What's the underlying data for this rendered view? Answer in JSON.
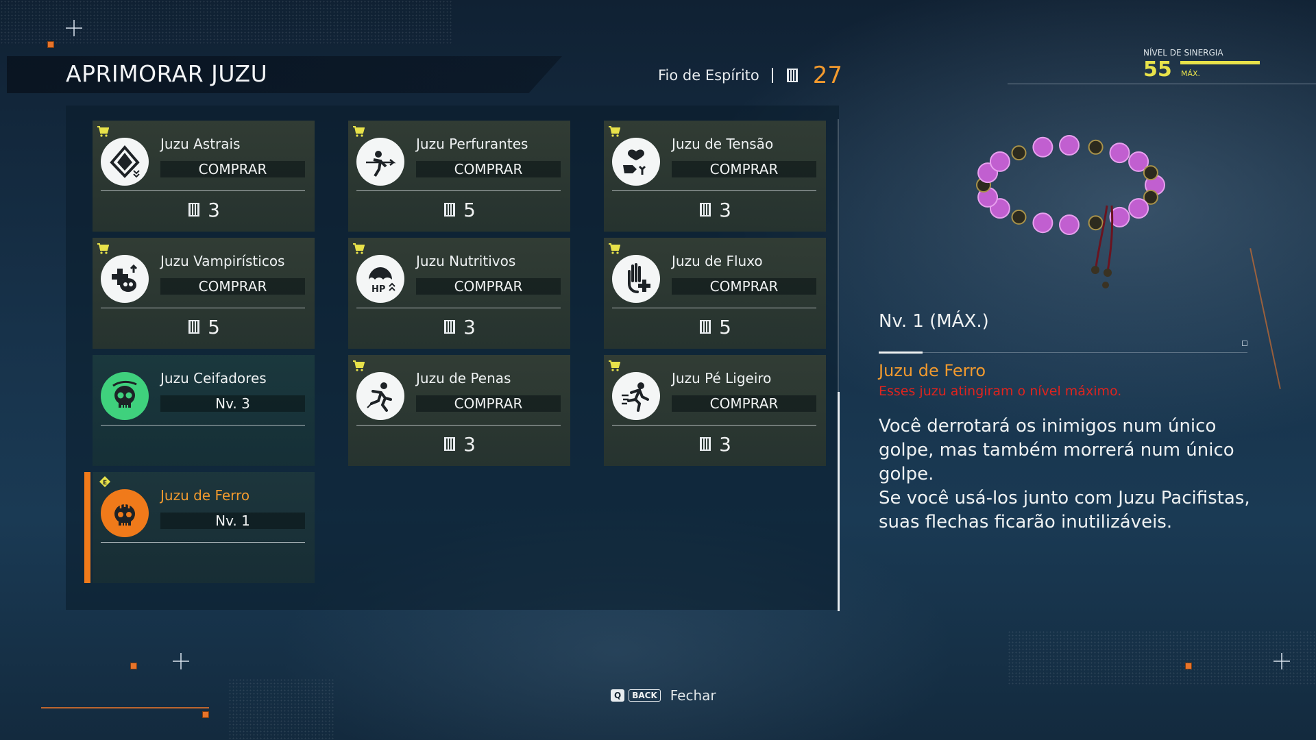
{
  "header": {
    "title": "APRIMORAR JUZU",
    "currency_label": "Fio de Espírito",
    "currency_amount": "27",
    "currency_icon": "spirit-thread-icon"
  },
  "synergy": {
    "label": "NÍVEL DE SINERGIA",
    "value": "55",
    "max_label": "MÁX."
  },
  "cards": [
    {
      "name": "Juzu Astrais",
      "action": "COMPRAR",
      "cost": "3",
      "icon": "astral-icon",
      "purchasable": true
    },
    {
      "name": "Juzu Perfurantes",
      "action": "COMPRAR",
      "cost": "5",
      "icon": "piercing-arrow-icon",
      "purchasable": true
    },
    {
      "name": "Juzu de Tensão",
      "action": "COMPRAR",
      "cost": "3",
      "icon": "tension-heart-icon",
      "purchasable": true
    },
    {
      "name": "Juzu Vampirísticos",
      "action": "COMPRAR",
      "cost": "5",
      "icon": "vampiric-skull-icon",
      "purchasable": true
    },
    {
      "name": "Juzu Nutritivos",
      "action": "COMPRAR",
      "cost": "3",
      "icon": "hp-icon",
      "purchasable": true
    },
    {
      "name": "Juzu de Fluxo",
      "action": "COMPRAR",
      "cost": "5",
      "icon": "flow-hand-icon",
      "purchasable": true
    },
    {
      "name": "Juzu Ceifadores",
      "action": "Nv. 3",
      "cost": "",
      "icon": "reaper-skull-icon",
      "purchasable": false
    },
    {
      "name": "Juzu de Penas",
      "action": "COMPRAR",
      "cost": "3",
      "icon": "feather-runner-icon",
      "purchasable": true
    },
    {
      "name": "Juzu Pé Ligeiro",
      "action": "COMPRAR",
      "cost": "3",
      "icon": "fleet-foot-runner-icon",
      "purchasable": true
    },
    {
      "name": "Juzu de Ferro",
      "action": "Nv. 1",
      "cost": "",
      "icon": "iron-skull-icon",
      "purchasable": false,
      "selected": true,
      "badge": "E"
    }
  ],
  "detail": {
    "level": "Nv. 1 (MÁX.)",
    "name": "Juzu de Ferro",
    "warning": "Esses juzu atingiram o nível máximo.",
    "description": "Você derrotará os inimigos num único golpe, mas também morrerá num único golpe.\nSe você usá-los junto com Juzu Pacifistas, suas flechas ficarão inutilizáveis.",
    "image": "bracelet-image"
  },
  "footer": {
    "key1": "Q",
    "key2": "BACK",
    "label": "Fechar"
  },
  "colors": {
    "accent_orange": "#f29a2e",
    "synergy_yellow": "#e8e24a",
    "warning_red": "#e0241e",
    "selected_bar": "#f07a1a",
    "reaper_green": "#3fd17d"
  }
}
